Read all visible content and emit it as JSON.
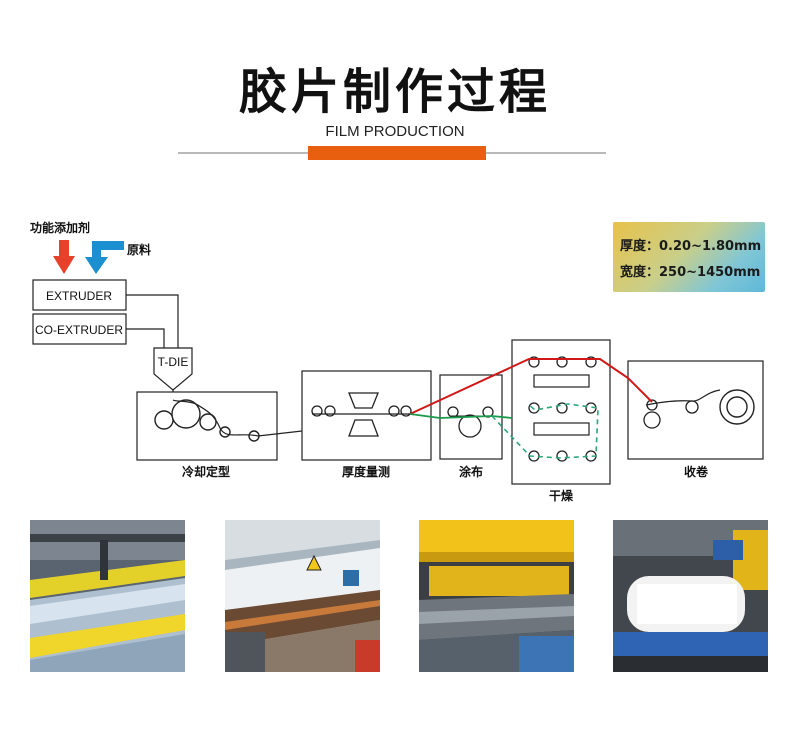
{
  "header": {
    "title": "胶片制作过程",
    "subtitle": "FILM PRODUCTION",
    "accent_color": "#e8600f"
  },
  "inputs": {
    "additive_label": "功能添加剂",
    "raw_label": "原料",
    "additive_arrow_color": "#e8412b",
    "raw_arrow_color": "#1b8fd0"
  },
  "specs": {
    "thickness": "厚度：0.20~1.80mm",
    "width": "宽度：250~1450mm"
  },
  "machines": {
    "extruder": "EXTRUDER",
    "co_extruder": "CO-EXTRUDER",
    "t_die": "T-DIE"
  },
  "stages": [
    {
      "label": "冷却定型"
    },
    {
      "label": "厚度量测"
    },
    {
      "label": "涂布"
    },
    {
      "label": "干燥"
    },
    {
      "label": "收卷"
    }
  ],
  "path_colors": {
    "main": "#d01818",
    "coating": "#1a9a4a",
    "dashed": "#2aa878"
  },
  "photos": [
    {
      "icon": "cooling-line-photo"
    },
    {
      "icon": "measuring-line-photo"
    },
    {
      "icon": "coating-line-photo"
    },
    {
      "icon": "winding-line-photo"
    }
  ]
}
